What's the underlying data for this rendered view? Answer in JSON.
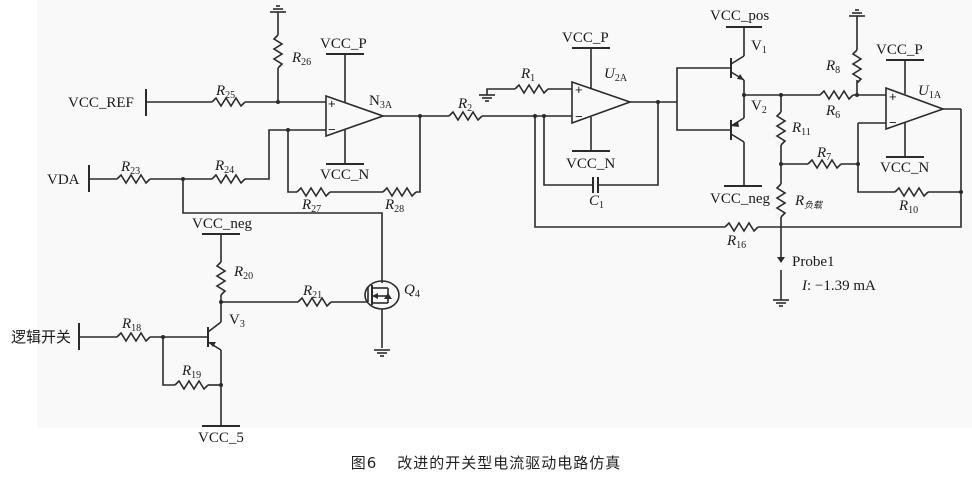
{
  "figure": {
    "caption_number": "图6",
    "caption_text": "改进的开关型电流驱动电路仿真"
  },
  "nets": {
    "vcc_ref": "VCC_REF",
    "vda": "VDA",
    "logic_switch": "逻辑开关",
    "vcc_p_n3a": "VCC_P",
    "vcc_n_n3a": "VCC_N",
    "vcc_p_u2a": "VCC_P",
    "vcc_n_u2a": "VCC_N",
    "vcc_p_u1a": "VCC_P",
    "vcc_n_u1a": "VCC_N",
    "vcc_pos": "VCC_pos",
    "vcc_neg_top": "VCC_neg",
    "vcc_neg_left": "VCC_neg",
    "vcc_5": "VCC_5"
  },
  "components": {
    "opamps": [
      {
        "ref": "N",
        "sub": "3A"
      },
      {
        "ref": "U",
        "sub": "2A"
      },
      {
        "ref": "U",
        "sub": "1A"
      }
    ],
    "resistors": {
      "R25": {
        "ref": "R",
        "sub": "25"
      },
      "R26": {
        "ref": "R",
        "sub": "26"
      },
      "R23": {
        "ref": "R",
        "sub": "23"
      },
      "R24": {
        "ref": "R",
        "sub": "24"
      },
      "R27": {
        "ref": "R",
        "sub": "27"
      },
      "R28": {
        "ref": "R",
        "sub": "28"
      },
      "R2": {
        "ref": "R",
        "sub": "2"
      },
      "R1": {
        "ref": "R",
        "sub": "1"
      },
      "R8": {
        "ref": "R",
        "sub": "8"
      },
      "R6": {
        "ref": "R",
        "sub": "6"
      },
      "R11": {
        "ref": "R",
        "sub": "11"
      },
      "R7": {
        "ref": "R",
        "sub": "7"
      },
      "R10": {
        "ref": "R",
        "sub": "10"
      },
      "R16": {
        "ref": "R",
        "sub": "16"
      },
      "Rload": {
        "ref": "R",
        "sub": "负载"
      },
      "R20": {
        "ref": "R",
        "sub": "20"
      },
      "R21": {
        "ref": "R",
        "sub": "21"
      },
      "R18": {
        "ref": "R",
        "sub": "18"
      },
      "R19": {
        "ref": "R",
        "sub": "19"
      }
    },
    "capacitor": {
      "ref": "C",
      "sub": "1"
    },
    "transistors": {
      "V1": {
        "ref": "V",
        "sub": "1"
      },
      "V2": {
        "ref": "V",
        "sub": "2"
      },
      "V3": {
        "ref": "V",
        "sub": "3"
      },
      "Q4": {
        "ref": "Q",
        "sub": "4"
      }
    },
    "opamp_pins": {
      "plus": "+",
      "minus": "−"
    }
  },
  "probe": {
    "name": "Probe1",
    "reading_label": "I",
    "reading_value": ": −1.39 mA"
  }
}
